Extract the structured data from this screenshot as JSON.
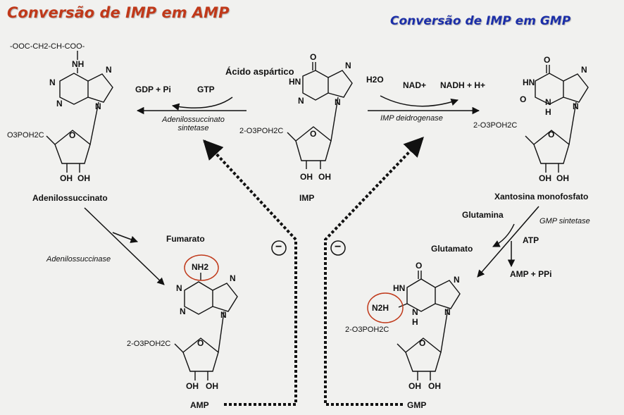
{
  "titles": {
    "left": "Conversão de IMP em AMP",
    "right": "Conversão de IMP em GMP"
  },
  "colors": {
    "left_title": "#c0391a",
    "right_title": "#1c2fa8",
    "highlight_circle": "#c0391a"
  },
  "molecules": {
    "imp": "IMP",
    "adenylosuccinate": "Adenilossuccinato",
    "xmp": "Xantosina monofosfato",
    "amp": "AMP",
    "gmp": "GMP",
    "aspartate_group": "-OOC-CH2-CH-COO-",
    "nh": "NH",
    "nh2": "NH2",
    "n2h": "N2H",
    "oh": "OH",
    "o": "O",
    "n": "N",
    "h": "H",
    "hn": "HN",
    "phosphate": "2-O3POH2C",
    "phosphate_short": "O3POH2C"
  },
  "reactions": {
    "left": {
      "substrate": "Ácido aspártico",
      "cofactor_in": "GTP",
      "cofactor_out": "GDP + Pi",
      "enzyme": "Adenilossuccinato sintetase"
    },
    "right": {
      "water": "H2O",
      "cofactor_in": "NAD+",
      "cofactor_out": "NADH + H+",
      "enzyme": "IMP deidrogenase"
    },
    "lyase": {
      "product": "Fumarato",
      "enzyme": "Adenilossuccinase"
    },
    "gmp_synthetase": {
      "enzyme": "GMP sintetase",
      "glutamine": "Glutamina",
      "glutamate": "Glutamato",
      "atp": "ATP",
      "products": "AMP + PPi"
    }
  },
  "inhibition_symbol": "−"
}
